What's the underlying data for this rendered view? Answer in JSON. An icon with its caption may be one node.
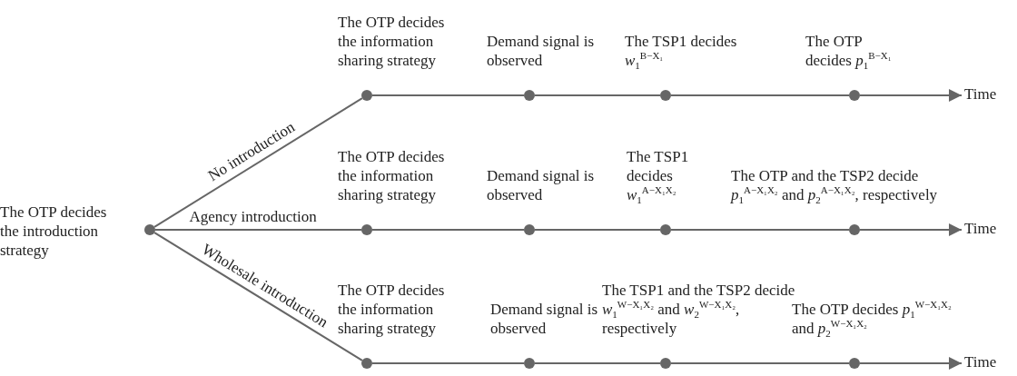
{
  "diagram": {
    "nodes": [
      {
        "text": [],
        "shape": "circle",
        "beside": [
          "The OTP decides the introduction strategy"
        ]
      },
      {
        "text": [],
        "shape": "circle",
        "beside": [
          "The OTP decides the information sharing strategy"
        ]
      },
      {
        "text": [],
        "shape": "circle",
        "beside": [
          "Demand signal is observed"
        ]
      },
      {
        "text": [],
        "shape": "circle",
        "beside": [
          "The TSP1 decides *w*$_{1}$$^{B−X₁}$"
        ]
      },
      {
        "text": [],
        "shape": "circle",
        "beside": [
          "The OTP decides *p*$_{1}$$^{B−X₁}$"
        ]
      },
      {
        "text": [
          "Time"
        ]
      },
      {
        "text": [],
        "shape": "circle",
        "beside": [
          "The OTP decides the information sharing strategy"
        ]
      },
      {
        "text": [],
        "shape": "circle",
        "beside": [
          "Demand signal is observed"
        ]
      },
      {
        "text": [],
        "shape": "circle",
        "beside": [
          "The TSP1 decides *w*$_{1}$$^{A−X₁X₂}$"
        ]
      },
      {
        "text": [],
        "shape": "circle",
        "beside": [
          "The OTP and the TSP2 decide *p*$_{1}$$^{A−X₁X₂}$ and *p*$_{2}$$^{A−X₁X₂}$, respectively"
        ]
      },
      {
        "text": [
          "Time"
        ]
      },
      {
        "text": [],
        "shape": "circle",
        "beside": [
          "The OTP decides the information sharing strategy"
        ]
      },
      {
        "text": [],
        "shape": "circle",
        "beside": [
          "Demand signal is observed"
        ]
      },
      {
        "text": [],
        "shape": "circle",
        "beside": [
          "The TSP1 and the TSP2 decide *w*$_{1}$$^{W−X₁X₂}$ and *w*$_{2}$$^{W−X₁X₂}$, respectively"
        ]
      },
      {
        "text": [],
        "shape": "circle",
        "beside": [
          "The OTP decides *p*$_{1}$$^{W−X₁X₂}$ and *p*$_{2}$$^{W−X₁X₂}$"
        ]
      },
      {
        "text": [
          "Time"
        ]
      }
    ],
    "edges": [
      {
        "from": 0,
        "to": 1,
        "arrow": "none",
        "label": "No introduction"
      },
      {
        "from": 1,
        "to": 2,
        "arrow": "none"
      },
      {
        "from": 2,
        "to": 3,
        "arrow": "none"
      },
      {
        "from": 3,
        "to": 4,
        "arrow": "none"
      },
      {
        "from": 4,
        "to": 5,
        "arrow": "to"
      },
      {
        "from": 0,
        "to": 6,
        "arrow": "none",
        "label": "Agency introduction"
      },
      {
        "from": 6,
        "to": 7,
        "arrow": "none"
      },
      {
        "from": 7,
        "to": 8,
        "arrow": "none"
      },
      {
        "from": 8,
        "to": 9,
        "arrow": "none"
      },
      {
        "from": 9,
        "to": 10,
        "arrow": "to"
      },
      {
        "from": 0,
        "to": 11,
        "arrow": "none",
        "label": "Wholesale introduction"
      },
      {
        "from": 11,
        "to": 12,
        "arrow": "none"
      },
      {
        "from": 12,
        "to": 13,
        "arrow": "none"
      },
      {
        "from": 13,
        "to": 14,
        "arrow": "none"
      },
      {
        "from": 14,
        "to": 15,
        "arrow": "to"
      }
    ]
  }
}
